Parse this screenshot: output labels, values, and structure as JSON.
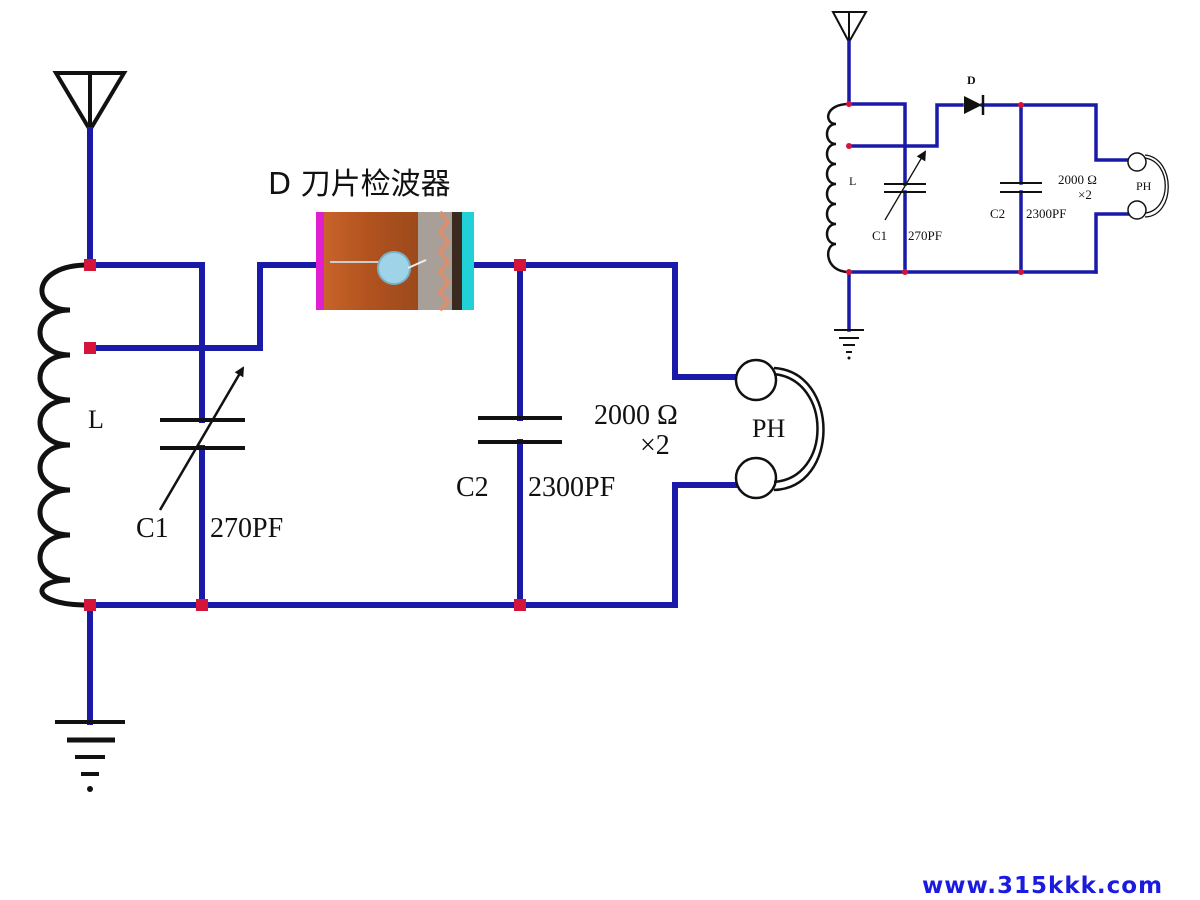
{
  "main_diagram": {
    "title": "D  刀片检波器",
    "inductor_label": "L",
    "c1_label": "C1",
    "c1_value": "270PF",
    "c2_label": "C2",
    "c2_value": "2300PF",
    "headphone_impedance": "2000 Ω",
    "headphone_multiplier": "×2",
    "headphone_label": "PH",
    "detector_style": "razor-blade detector photo"
  },
  "inset_diagram": {
    "diode_label": "D",
    "inductor_label": "L",
    "c1_label": "C1",
    "c1_value": "270PF",
    "c2_label": "C2",
    "c2_value": "2300PF",
    "headphone_impedance": "2000 Ω",
    "headphone_multiplier": "×2",
    "headphone_label": "PH"
  },
  "colors": {
    "wire": "#1a1aa8",
    "node": "#d4143a",
    "watermark": "#1a1ae0"
  },
  "watermark": "www.315kkk.com"
}
